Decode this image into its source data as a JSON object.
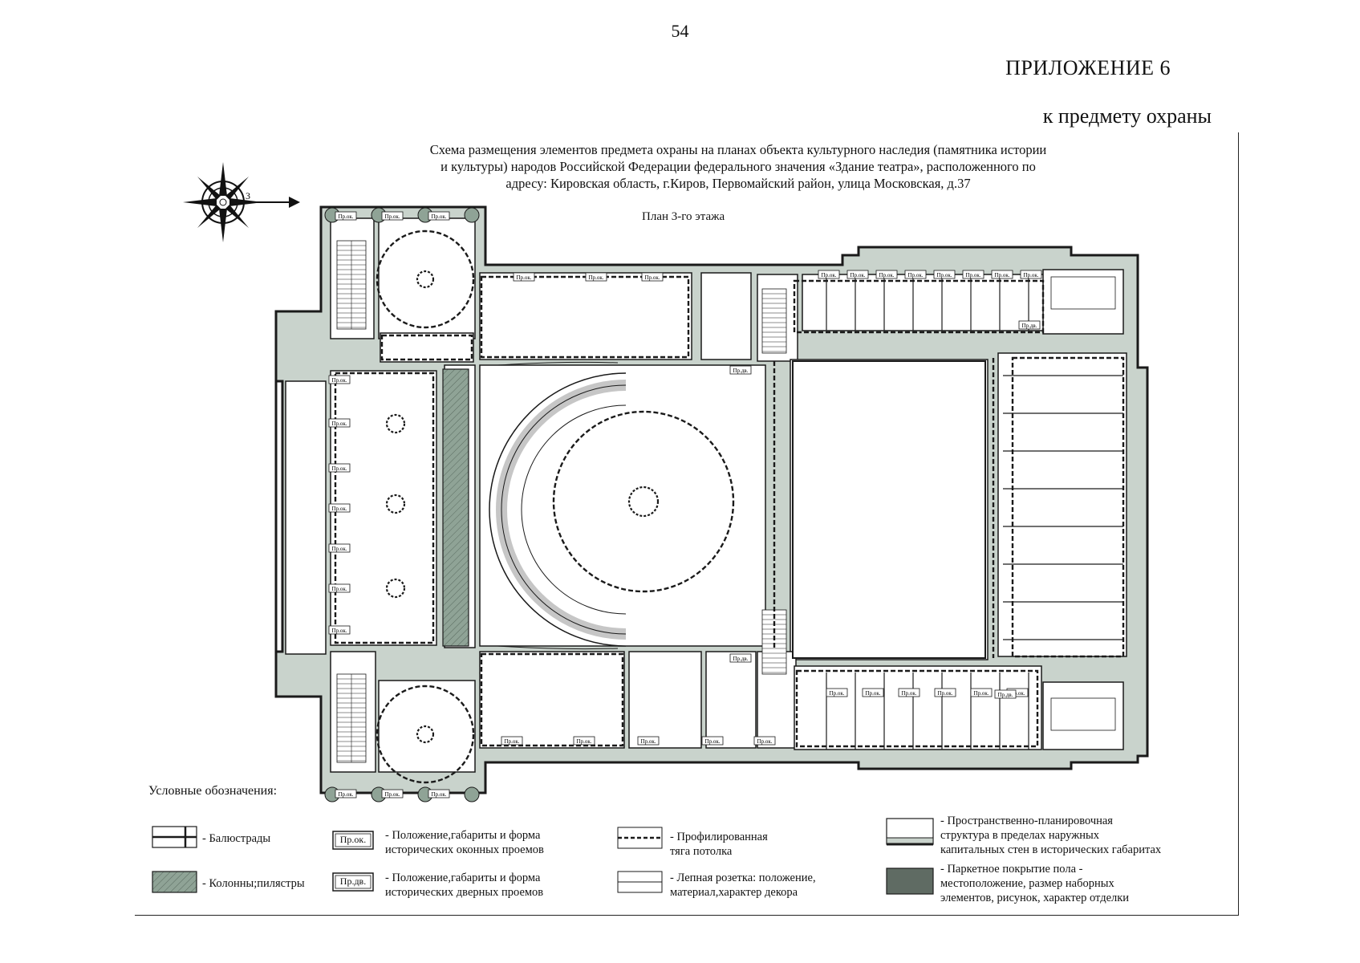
{
  "page_number": "54",
  "appendix": {
    "title": "ПРИЛОЖЕНИЕ 6",
    "subtitle": "к предмету охраны"
  },
  "scheme": {
    "caption_line1": "Схема размещения элементов предмета охраны на планах объекта культурного наследия (памятника истории",
    "caption_line2": "и культуры) народов Российской Федерации федерального значения «Здание театра», расположенного по",
    "caption_line3": "адресу: Кировская область, г.Киров, Первомайский район, улица Московская, д.37",
    "plan_title": "План 3-го этажа"
  },
  "plan_labels": {
    "window": "Пр.ок.",
    "door": "Пр.дв."
  },
  "legend": {
    "title": "Условные обозначения:",
    "items": [
      {
        "symbol": "balustrade",
        "text": "- Балюстрады"
      },
      {
        "symbol": "column",
        "text": "- Колонны;пилястры"
      },
      {
        "symbol": "window-label",
        "label": "Пр.ок.",
        "line1": "- Положение,габариты и форма",
        "line2": "исторических оконных проемов"
      },
      {
        "symbol": "door-label",
        "label": "Пр.дв.",
        "line1": "- Положение,габариты и форма",
        "line2": "исторических дверных проемов"
      },
      {
        "symbol": "dashed-line",
        "line1": "- Профилированная",
        "line2": "тяга потолка"
      },
      {
        "symbol": "rosette",
        "line1": "- Лепная розетка: положение,",
        "line2": "материал,характер декора"
      },
      {
        "symbol": "structure",
        "line1": "- Пространственно-планировочная",
        "line2": "структура в пределах наружных",
        "line3": "капитальных стен в исторических габаритах"
      },
      {
        "symbol": "parquet",
        "line1": "- Паркетное покрытие пола -",
        "line2": "местоположение, размер наборных",
        "line3": "элементов, рисунок, характер отделки"
      }
    ]
  },
  "colors": {
    "wall_fill": "#c9d3cc",
    "column_fill": "#8fa396",
    "parquet_fill": "#5f6b63",
    "line": "#1a1a1a"
  },
  "icons": {
    "compass": "compass-rose-icon"
  }
}
